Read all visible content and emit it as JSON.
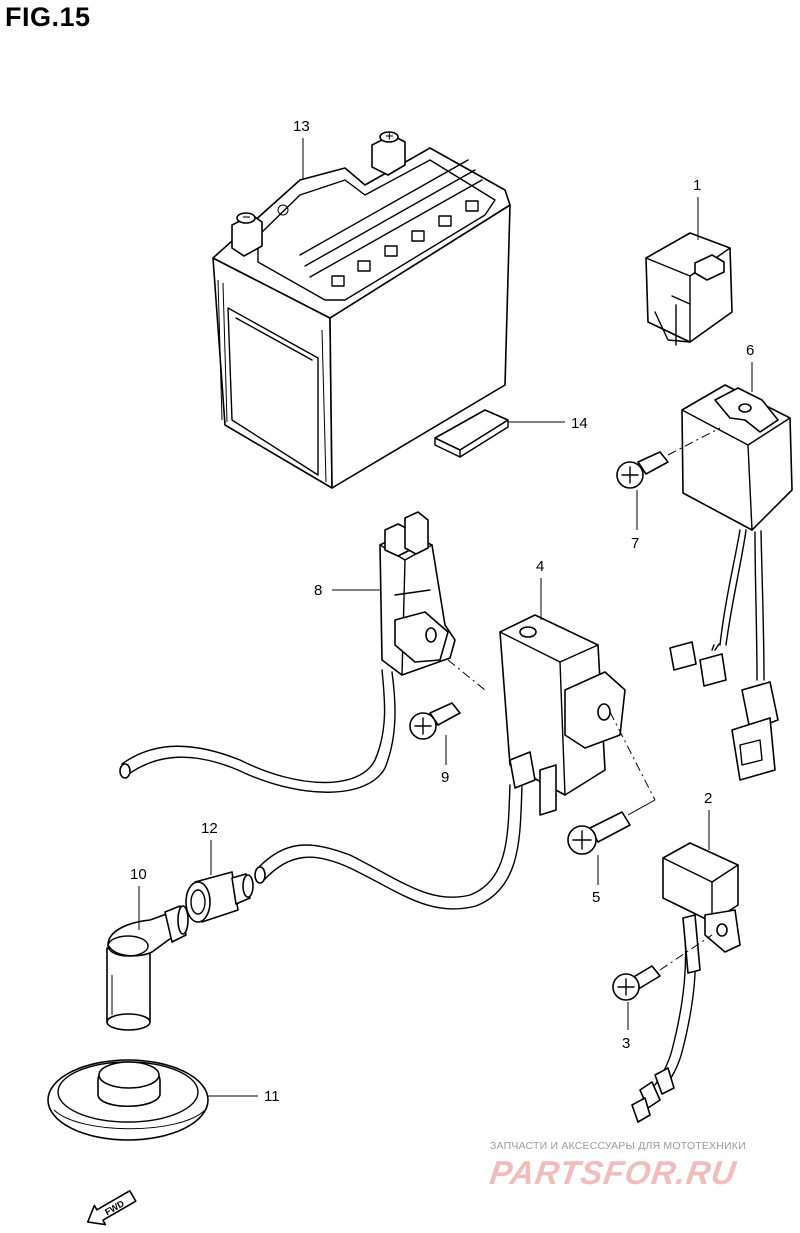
{
  "figure": {
    "title": "FIG.15"
  },
  "callouts": [
    {
      "id": "c1",
      "number": "1"
    },
    {
      "id": "c2",
      "number": "2"
    },
    {
      "id": "c3",
      "number": "3"
    },
    {
      "id": "c4",
      "number": "4"
    },
    {
      "id": "c5",
      "number": "5"
    },
    {
      "id": "c6",
      "number": "6"
    },
    {
      "id": "c7",
      "number": "7"
    },
    {
      "id": "c8",
      "number": "8"
    },
    {
      "id": "c9",
      "number": "9"
    },
    {
      "id": "c10",
      "number": "10"
    },
    {
      "id": "c11",
      "number": "11"
    },
    {
      "id": "c12",
      "number": "12"
    },
    {
      "id": "c13",
      "number": "13"
    },
    {
      "id": "c14",
      "number": "14"
    }
  ],
  "battery": {
    "terminal_minus": "−",
    "terminal_plus": "+"
  },
  "fwd_arrow": {
    "label": "FWD"
  },
  "watermark": {
    "caption": "ЗАПЧАСТИ И АКСЕССУАРЫ ДЛЯ МОТОТЕХНИКИ",
    "logo": "PARTSFOR.RU"
  }
}
